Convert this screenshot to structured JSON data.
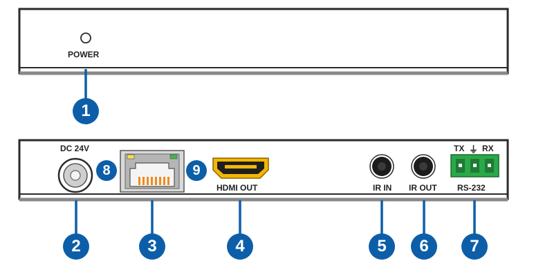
{
  "front_panel": {
    "power_label": "POWER"
  },
  "rear_panel": {
    "dc_label": "DC 24V",
    "hdmi_out_label": "HDMI OUT",
    "ir_in_label": "IR IN",
    "ir_out_label": "IR OUT",
    "rs232_label": "RS-232",
    "rs232_tx_label": "TX",
    "rs232_ground_symbol": "⏚",
    "rs232_rx_label": "RX"
  },
  "callouts": {
    "c1": "1",
    "c2": "2",
    "c3": "3",
    "c4": "4",
    "c5": "5",
    "c6": "6",
    "c7": "7",
    "c8": "8",
    "c9": "9"
  },
  "colors": {
    "marker_blue": "#0d5ea8",
    "rj45_yellow_led": "#f2e14c",
    "rj45_green_led": "#3cb84a",
    "rj45_pins": "#f08a1d",
    "hdmi_gold": "#f2b705",
    "rs232_green": "#2aa84a"
  }
}
